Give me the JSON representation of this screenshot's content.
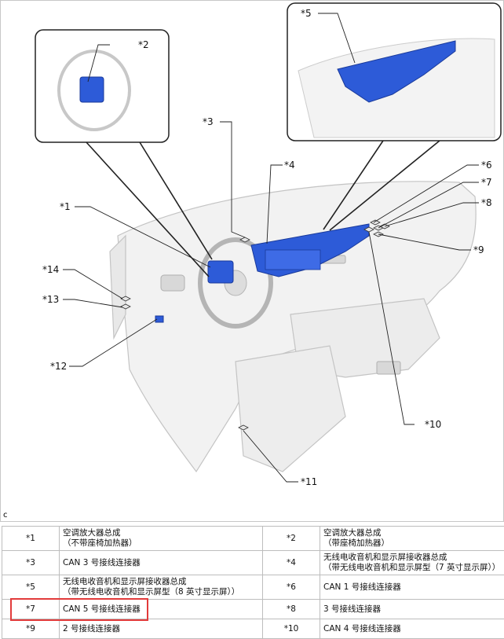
{
  "callouts": {
    "c1": "*1",
    "c2": "*2",
    "c3": "*3",
    "c4": "*4",
    "c5": "*5",
    "c6": "*6",
    "c7": "*7",
    "c8": "*8",
    "c9": "*9",
    "c10": "*10",
    "c11": "*11",
    "c12": "*12",
    "c13": "*13",
    "c14": "*14"
  },
  "corner_mark": "c",
  "legend": [
    {
      "l_num": "*1",
      "l_main": "空调放大器总成",
      "l_sub": "（不带座椅加热器）",
      "r_num": "*2",
      "r_main": "空调放大器总成",
      "r_sub": "（带座椅加热器）"
    },
    {
      "l_num": "*3",
      "l_main": "CAN 3 号接线连接器",
      "l_sub": "",
      "r_num": "*4",
      "r_main": "无线电收音机和显示屏接收器总成",
      "r_sub": "（带无线电收音机和显示屏型（7 英寸显示屏））"
    },
    {
      "l_num": "*5",
      "l_main": "无线电收音机和显示屏接收器总成",
      "l_sub": "（带无线电收音机和显示屏型（8 英寸显示屏））",
      "r_num": "*6",
      "r_main": "CAN 1 号接线连接器",
      "r_sub": ""
    },
    {
      "l_num": "*7",
      "l_main": "CAN 5 号接线连接器",
      "l_sub": "",
      "r_num": "*8",
      "r_main": "3 号接线连接器",
      "r_sub": ""
    },
    {
      "l_num": "*9",
      "l_main": "2 号接线连接器",
      "l_sub": "",
      "r_num": "*10",
      "r_main": "CAN 4 号接线连接器",
      "r_sub": ""
    }
  ],
  "colors": {
    "highlight": "#2d5bd8",
    "outline": "#c0c0c0",
    "callout_line": "#222222",
    "selection_box": "#e23b3b"
  }
}
